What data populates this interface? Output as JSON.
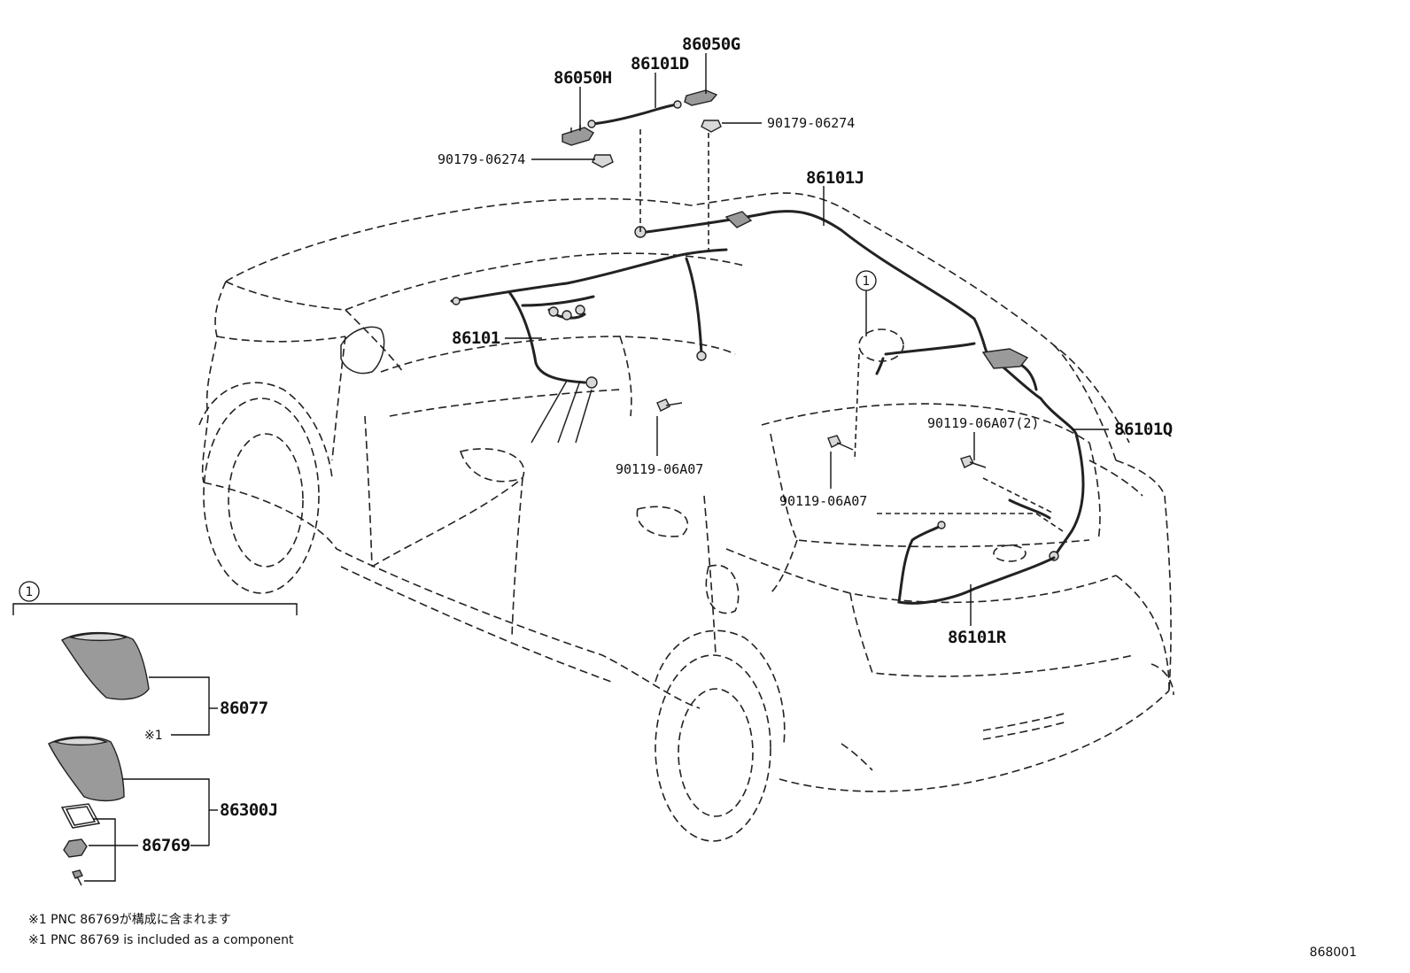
{
  "labels": {
    "p86050G": "86050G",
    "p86101D": "86101D",
    "p86050H": "86050H",
    "p90179_right": "90179-06274",
    "p90179_left": "90179-06274",
    "p86101J": "86101J",
    "p86101": "86101",
    "p90119_mid": "90119-06A07",
    "p90119_right": "90119-06A07",
    "p90119_two": "90119-06A07(2)",
    "p86101Q": "86101Q",
    "p86101R": "86101R",
    "p86077": "86077",
    "p86300J": "86300J",
    "p86769": "86769"
  },
  "callouts": {
    "circle_1_car": "1",
    "circle_1_detail": "1",
    "asterisk_marker": "※1"
  },
  "notes": {
    "note_jp": "※1 PNC 86769が構成に含まれます",
    "note_en": "※1 PNC 86769 is included as a component"
  },
  "diagram_id": "868001"
}
